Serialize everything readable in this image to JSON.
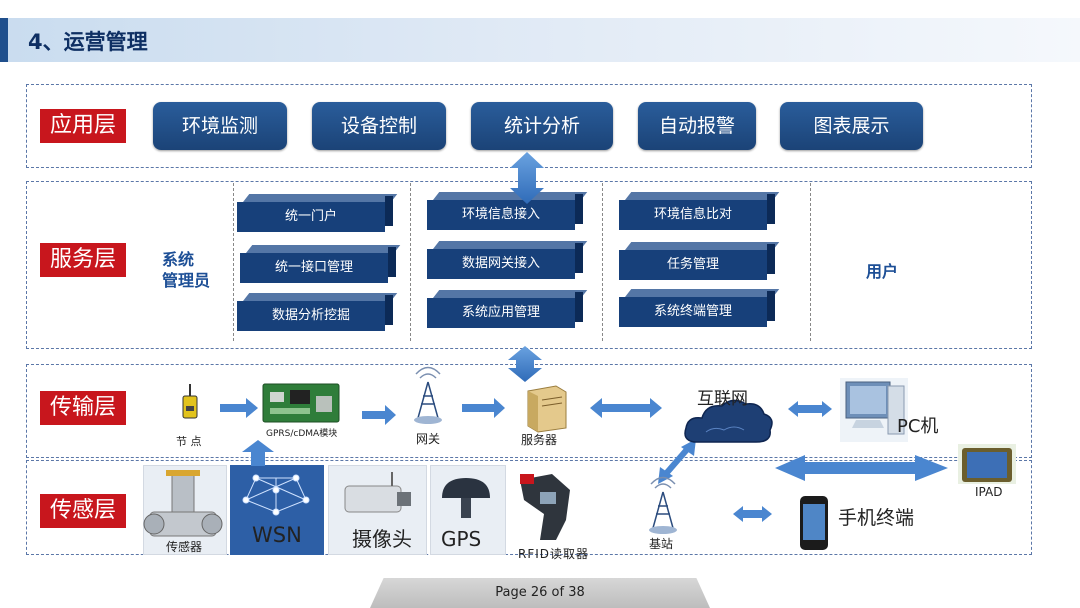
{
  "header": {
    "title": "4、运营管理"
  },
  "layers": {
    "app": "应用层",
    "service": "服务层",
    "transport": "传输层",
    "sensing": "传感层"
  },
  "app_items": [
    "环境监测",
    "设备控制",
    "统计分析",
    "自动报警",
    "图表展示"
  ],
  "service": {
    "admin_line1": "系统",
    "admin_line2": "管理员",
    "user": "用户",
    "col1": [
      "统一门户",
      "统一接口管理",
      "数据分析挖掘"
    ],
    "col2": [
      "环境信息接入",
      "数据网关接入",
      "系统应用管理"
    ],
    "col3": [
      "环境信息比对",
      "任务管理",
      "系统终端管理"
    ]
  },
  "transport": {
    "node": "节 点",
    "gprs": "GPRS/cDMA模块",
    "gateway": "网关",
    "server": "服务器",
    "internet": "互联网",
    "pc": "PC机",
    "ipad": "IPAD"
  },
  "sensing": {
    "sensor": "传感器",
    "wsn": "WSN",
    "camera": "摄像头",
    "gps": "GPS",
    "rfid": "RFID读取器",
    "base": "基站",
    "phone": "手机终端"
  },
  "footer": {
    "page": "Page 26 of 38"
  },
  "colors": {
    "accent_red": "#c8161d",
    "navy": "#1b4377",
    "arrow_blue": "#4a86d0"
  }
}
